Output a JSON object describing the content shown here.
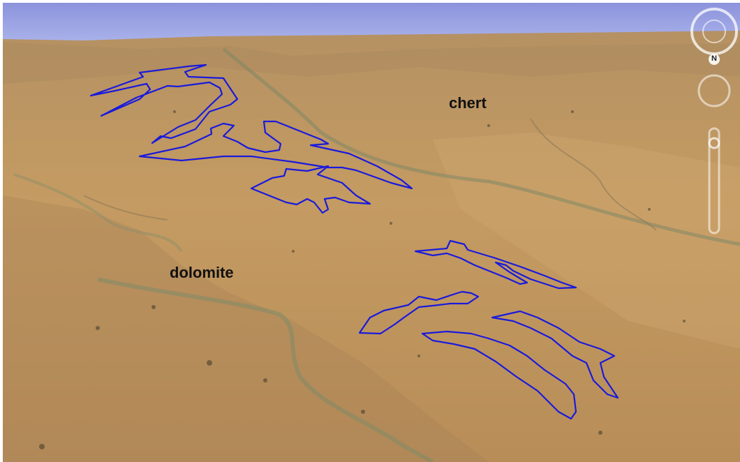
{
  "map": {
    "labels": {
      "chert": "chert",
      "dolomite": "dolomite"
    },
    "compass_letter": "N",
    "outline_color": "#1a1adc",
    "sky_color": "#9aa4e2",
    "terrain_color": "#c29a62"
  }
}
